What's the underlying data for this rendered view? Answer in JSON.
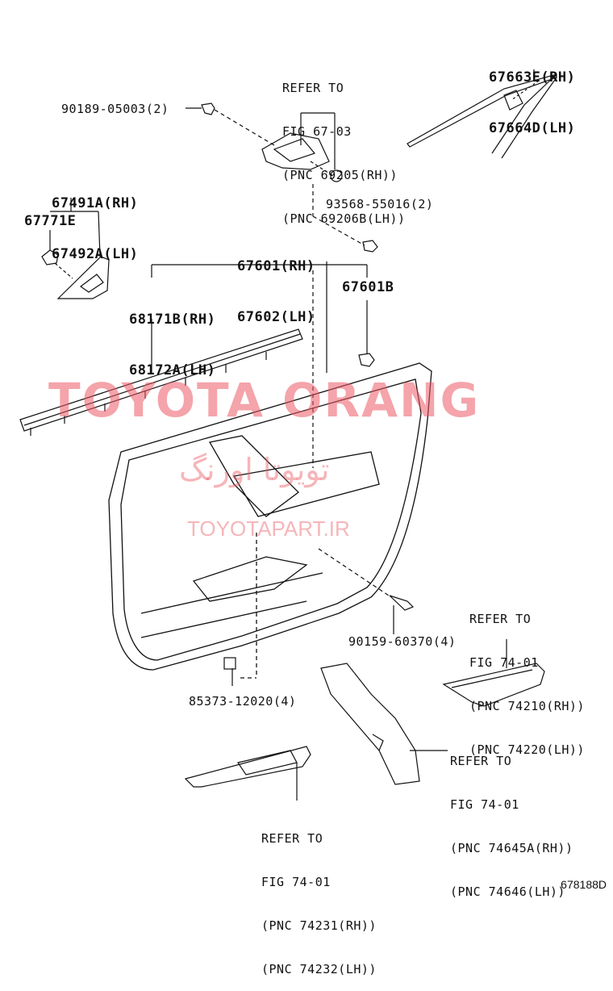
{
  "labels": {
    "ref_67_03": [
      "REFER TO",
      "FIG 67-03",
      "(PNC 69205(RH))",
      "(PNC 69206B(LH))"
    ],
    "p67663": [
      "67663E(RH)",
      "67664D(LH)"
    ],
    "p90189": "90189-05003(2)",
    "p67491": [
      "67491A(RH)",
      "67492A(LH)"
    ],
    "p67771": "67771E",
    "p93568": "93568-55016(2)",
    "p67601": [
      "67601(RH)",
      "67602(LH)"
    ],
    "p68171": [
      "68171B(RH)",
      "68172A(LH)"
    ],
    "p67601b": "67601B",
    "ref_74_01_a": [
      "REFER TO",
      "FIG 74-01",
      "(PNC 74210(RH))",
      "(PNC 74220(LH))"
    ],
    "p90159": "90159-60370(4)",
    "p85373": "85373-12020(4)",
    "ref_74_01_b": [
      "REFER TO",
      "FIG 74-01",
      "(PNC 74645A(RH))",
      "(PNC 74646(LH))"
    ],
    "ref_74_01_c": [
      "REFER TO",
      "FIG 74-01",
      "(PNC 74231(RH))",
      "(PNC 74232(LH))"
    ]
  },
  "watermark": {
    "main": "TOYOTA ORANG",
    "farsi": "تویوتا اورنگ",
    "url": "TOYOTAPART.IR",
    "color": "#eb5a64"
  },
  "diagram_id": "678188D"
}
